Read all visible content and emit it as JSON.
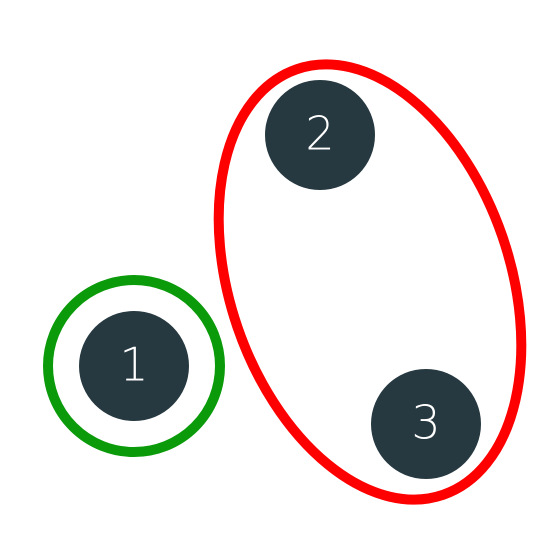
{
  "colors": {
    "background": "#ffffff",
    "node_fill": "#263840",
    "node_text": "#ffffff",
    "group_one_outline": "#0a9a0a",
    "group_two_outline": "#ff0000"
  },
  "nodes": [
    {
      "id": "node-1",
      "label": "1"
    },
    {
      "id": "node-2",
      "label": "2"
    },
    {
      "id": "node-3",
      "label": "3"
    }
  ],
  "groups": [
    {
      "id": "group-green",
      "members": [
        "1"
      ]
    },
    {
      "id": "group-red",
      "members": [
        "2",
        "3"
      ]
    }
  ]
}
